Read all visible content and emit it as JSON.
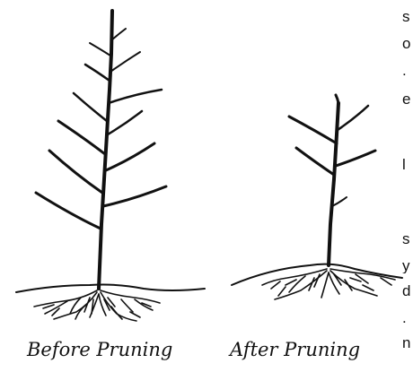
{
  "captions": {
    "before": "Before Pruning",
    "after": "After Pruning"
  },
  "edge_text_fragments": [
    "s",
    "o",
    ".",
    "e",
    "l",
    "s",
    "y",
    "d",
    ".",
    "n"
  ],
  "colors": {
    "ink": "#111111",
    "background": "#ffffff"
  }
}
